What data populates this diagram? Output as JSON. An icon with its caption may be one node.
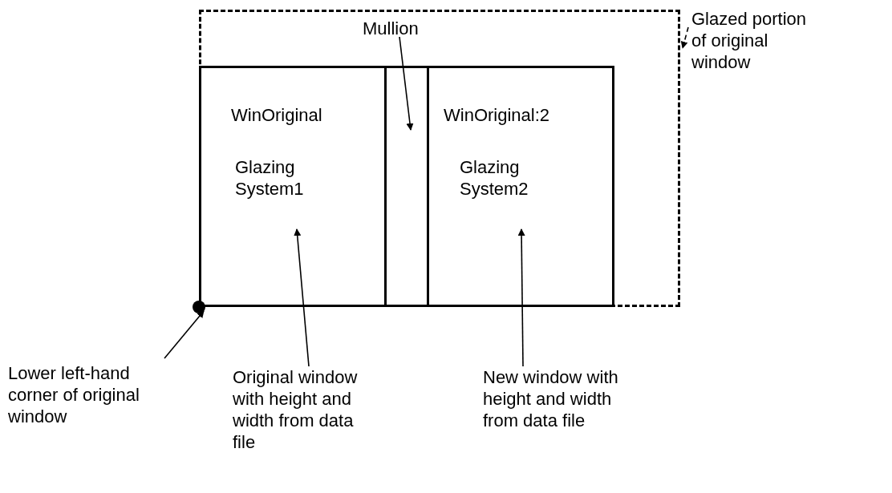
{
  "diagram": {
    "nodes": [
      {
        "text": [],
        "shape": "box"
      },
      {
        "text": [
          "WinOriginal",
          "Glazing System1"
        ],
        "in": 0
      },
      {
        "text": [],
        "shape": "box",
        "in": 0
      },
      {
        "text": [
          "WinOriginal:2",
          "Glazing System2"
        ],
        "in": 0
      },
      {
        "text": [
          "Glazed portion of original window"
        ]
      },
      {
        "text": [
          "Mullion"
        ],
        "in": 0
      },
      {
        "text": [
          "Lower left-hand corner of original window"
        ]
      },
      {
        "text": [],
        "shape": "circle"
      },
      {
        "text": [
          "Original window with height and width from data file"
        ]
      },
      {
        "text": [
          "New window with height and width from data file"
        ]
      }
    ],
    "edges": [
      {
        "from": 4,
        "to": 0,
        "arrow": "to",
        "style": "dashed"
      },
      {
        "from": 5,
        "to": 2,
        "arrow": "to"
      },
      {
        "from": 6,
        "to": 7,
        "arrow": "to"
      },
      {
        "from": 8,
        "to": 1,
        "arrow": "to"
      },
      {
        "from": 9,
        "to": 3,
        "arrow": "to"
      }
    ]
  }
}
